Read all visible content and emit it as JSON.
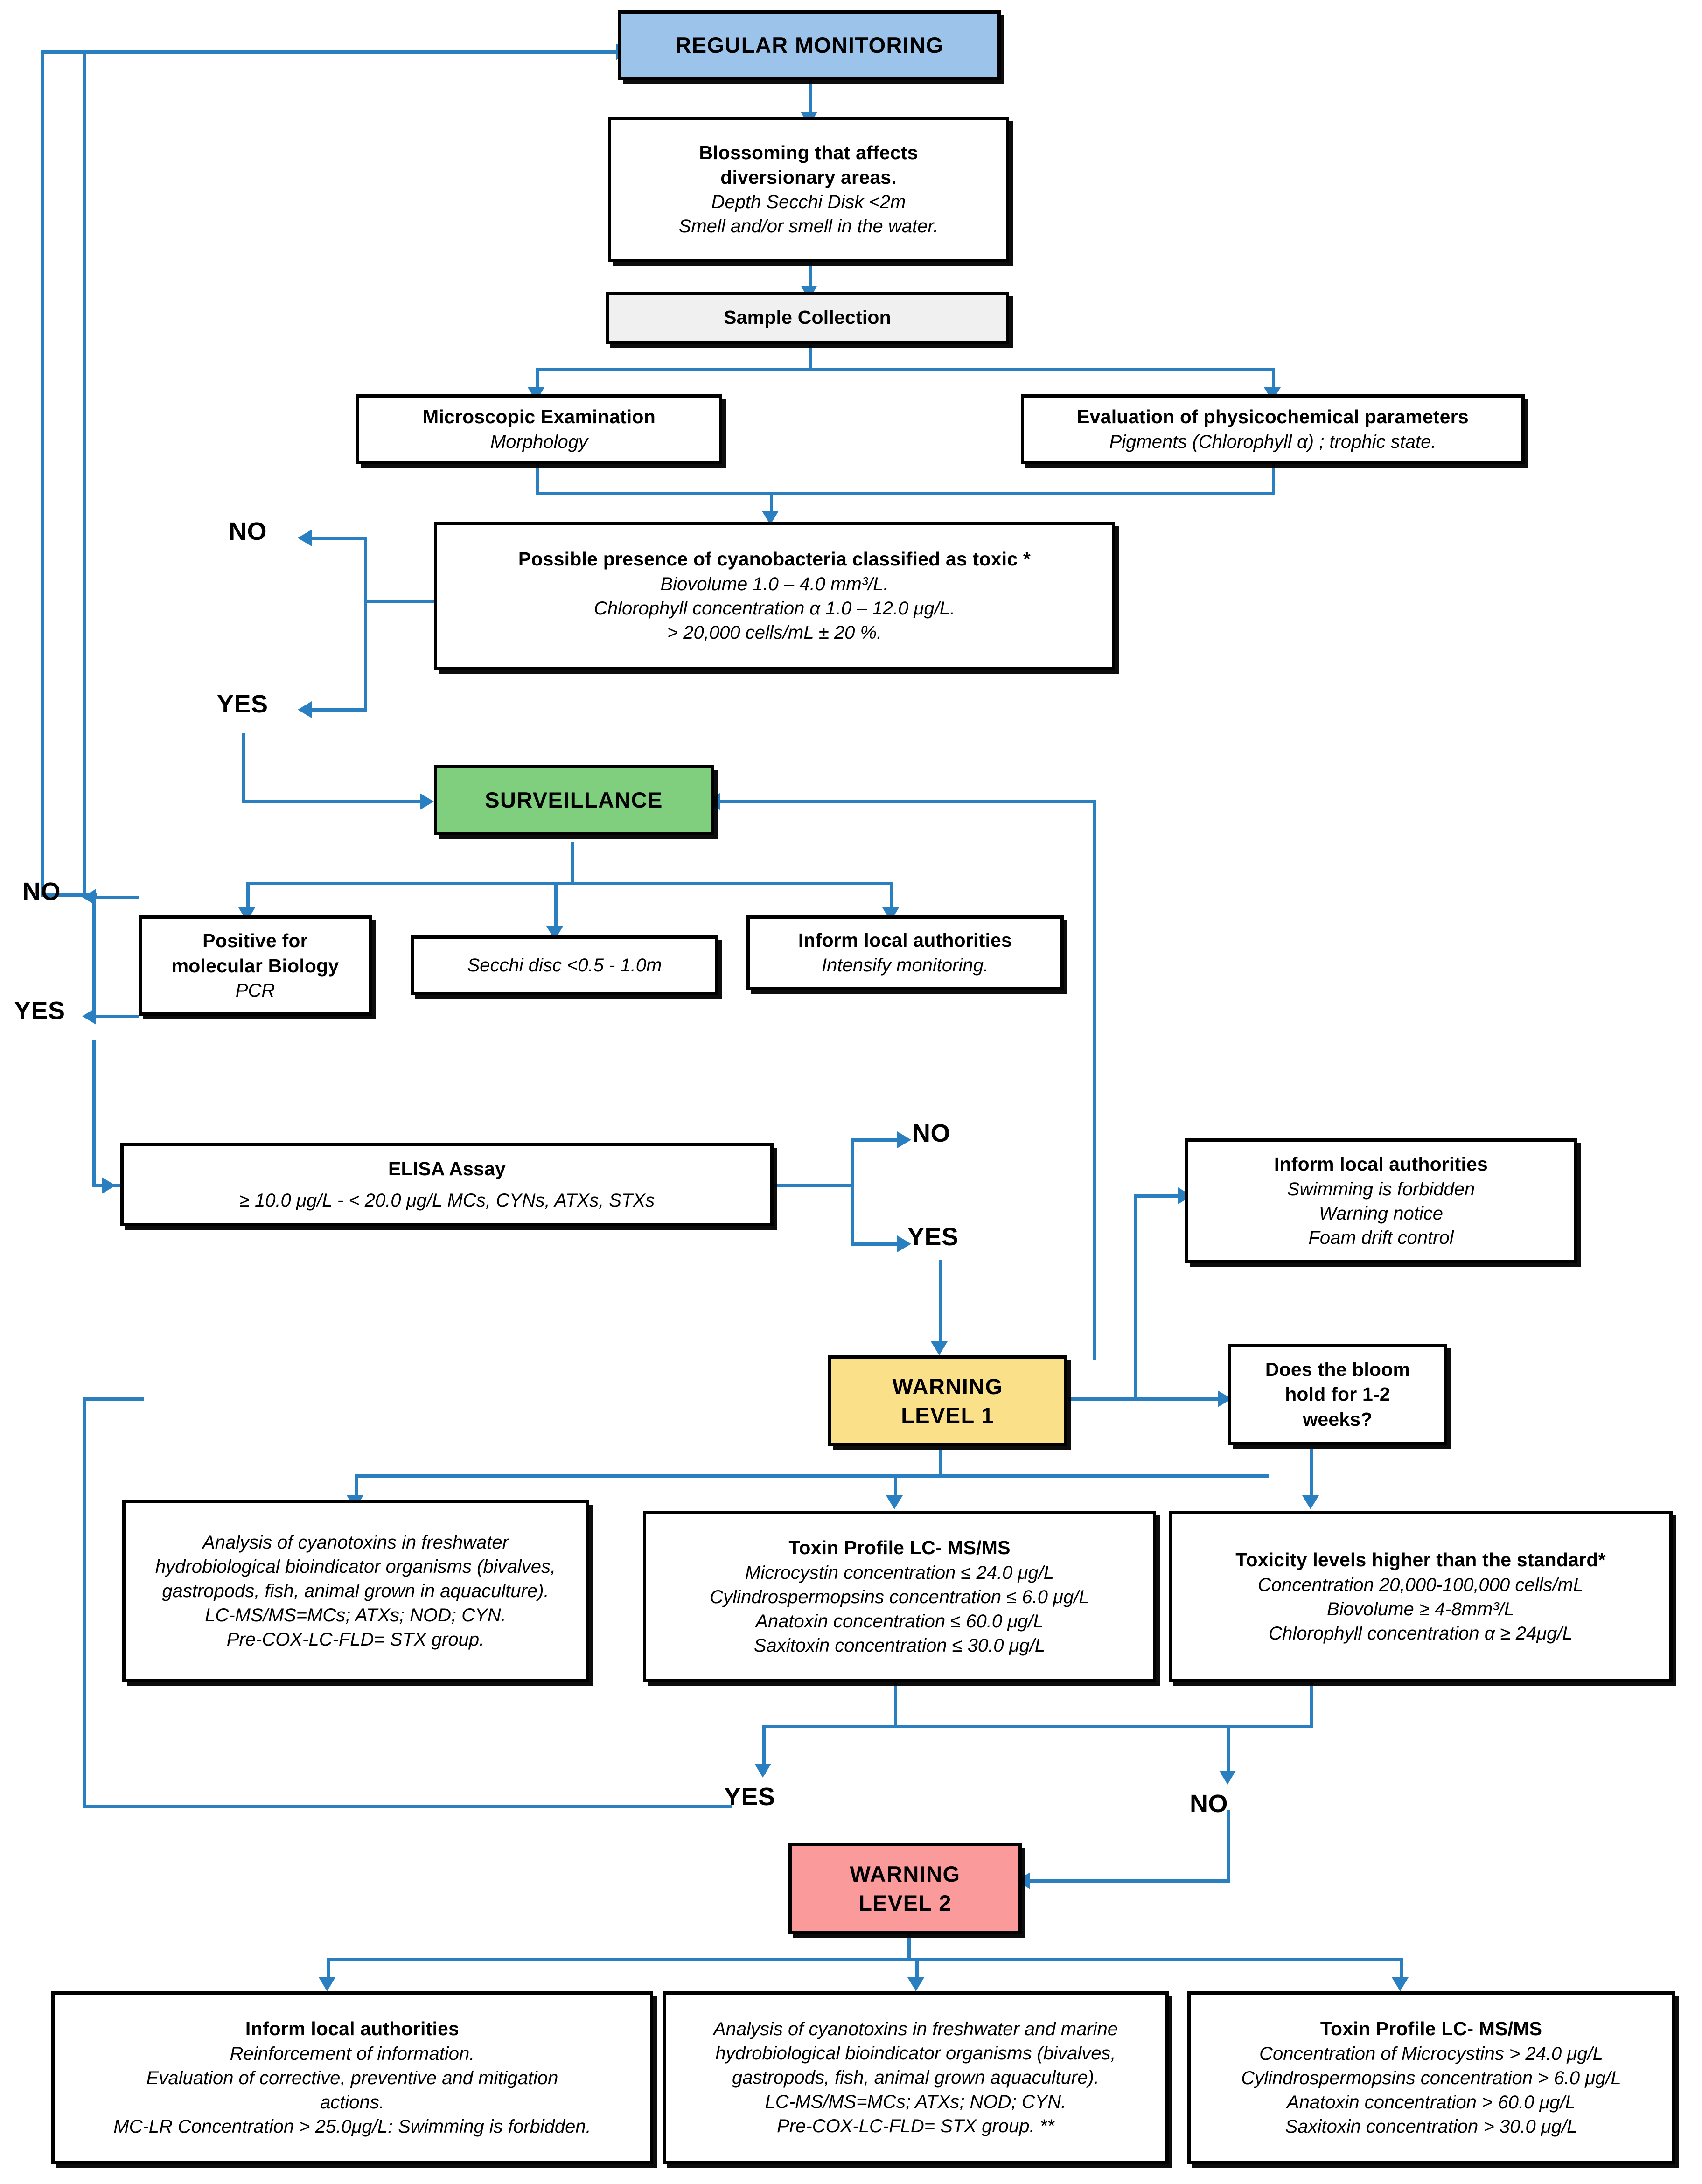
{
  "diagram": {
    "title": "Cyanobacteria bloom monitoring and warning decision flowchart",
    "colors": {
      "connector": "#2a7fc1",
      "regular_monitoring": "#9cc3e9",
      "surveillance": "#7fcf7f",
      "sample_collection": "#f0f0f0",
      "warning_level_1": "#fbe08a",
      "warning_level_2": "#fa9a9a",
      "border": "#000000"
    },
    "labels": {
      "yes": "YES",
      "no": "NO"
    }
  },
  "nodes": {
    "regular_monitoring": {
      "title": "REGULAR MONITORING"
    },
    "blossoming": {
      "title1": "Blossoming that affects",
      "title2": "diversionary areas.",
      "sub1": "Depth Secchi Disk <2m",
      "sub2": "Smell and/or smell in the water."
    },
    "sample_collection": {
      "title": "Sample Collection"
    },
    "microscopic": {
      "title": "Microscopic Examination",
      "sub": "Morphology"
    },
    "physicochemical": {
      "title": "Evaluation of physicochemical parameters",
      "sub": "Pigments (Chlorophyll α) ; trophic state."
    },
    "possible_presence": {
      "title": "Possible presence of cyanobacteria classified as toxic *",
      "sub1": "Biovolume 1.0 – 4.0 mm³/L.",
      "sub2": "Chlorophyll concentration α 1.0 – 12.0 μg/L.",
      "sub3": "> 20,000 cells/mL ± 20 %."
    },
    "surveillance": {
      "title": "SURVEILLANCE"
    },
    "molecular_biology": {
      "title1": "Positive for",
      "title2": "molecular Biology",
      "sub": "PCR"
    },
    "secchi_disc": {
      "sub": "Secchi disc <0.5 - 1.0m"
    },
    "inform_authorities_surv": {
      "title": "Inform local authorities",
      "sub": "Intensify monitoring."
    },
    "elisa": {
      "title": "ELISA Assay",
      "sub": "≥ 10.0 μg/L - < 20.0 μg/L  MCs, CYNs, ATXs, STXs"
    },
    "inform_authorities_w1": {
      "title": "Inform local authorities",
      "sub1": "Swimming is forbidden",
      "sub2": "Warning notice",
      "sub3": "Foam drift control"
    },
    "warning_level_1": {
      "line1": "WARNING",
      "line2": "LEVEL 1"
    },
    "bloom_hold": {
      "line1": "Does the bloom",
      "line2": "hold for 1-2",
      "line3": "weeks?"
    },
    "analysis_w1": {
      "sub1": "Analysis of cyanotoxins in freshwater",
      "sub2": "hydrobiological bioindicator organisms (bivalves,",
      "sub3": "gastropods, fish, animal grown in aquaculture).",
      "sub4": "LC-MS/MS=MCs; ATXs; NOD; CYN.",
      "sub5": "Pre-COX-LC-FLD= STX group."
    },
    "toxin_profile_w1": {
      "title": "Toxin Profile LC- MS/MS",
      "sub1": "Microcystin concentration ≤ 24.0 μg/L",
      "sub2": "Cylindrospermopsins concentration ≤ 6.0 μg/L",
      "sub3": "Anatoxin concentration ≤ 60.0 μg/L",
      "sub4": "Saxitoxin concentration ≤ 30.0 μg/L"
    },
    "toxicity_levels": {
      "title": "Toxicity levels higher than the standard*",
      "sub1": "Concentration 20,000-100,000 cells/mL",
      "sub2": "Biovolume ≥ 4-8mm³/L",
      "sub3": "Chlorophyll concentration α ≥ 24μg/L"
    },
    "warning_level_2": {
      "line1": "WARNING",
      "line2": "LEVEL 2"
    },
    "inform_authorities_w2": {
      "title": "Inform local authorities",
      "sub1": "Reinforcement of information.",
      "sub2": "Evaluation of corrective, preventive and mitigation",
      "sub3": "actions.",
      "sub4": "MC-LR Concentration > 25.0μg/L: Swimming is forbidden."
    },
    "analysis_w2": {
      "sub1": "Analysis of cyanotoxins in freshwater and marine",
      "sub2": "hydrobiological bioindicator organisms (bivalves,",
      "sub3": "gastropods, fish, animal grown aquaculture).",
      "sub4": "LC-MS/MS=MCs; ATXs; NOD; CYN.",
      "sub5": "Pre-COX-LC-FLD= STX group. **"
    },
    "toxin_profile_w2": {
      "title": "Toxin Profile LC- MS/MS",
      "sub1": "Concentration of Microcystins > 24.0 μg/L",
      "sub2": "Cylindrospermopsins concentration > 6.0 μg/L",
      "sub3": "Anatoxin concentration > 60.0 μg/L",
      "sub4": "Saxitoxin concentration > 30.0 μg/L"
    }
  },
  "decision_labels": [
    {
      "id": "toxic-no",
      "text": "NO"
    },
    {
      "id": "toxic-yes",
      "text": "YES"
    },
    {
      "id": "pcr-no",
      "text": "NO"
    },
    {
      "id": "pcr-yes",
      "text": "YES"
    },
    {
      "id": "elisa-no",
      "text": "NO"
    },
    {
      "id": "elisa-yes",
      "text": "YES"
    },
    {
      "id": "bloom-yes",
      "text": "YES"
    },
    {
      "id": "bloom-no",
      "text": "NO"
    }
  ]
}
